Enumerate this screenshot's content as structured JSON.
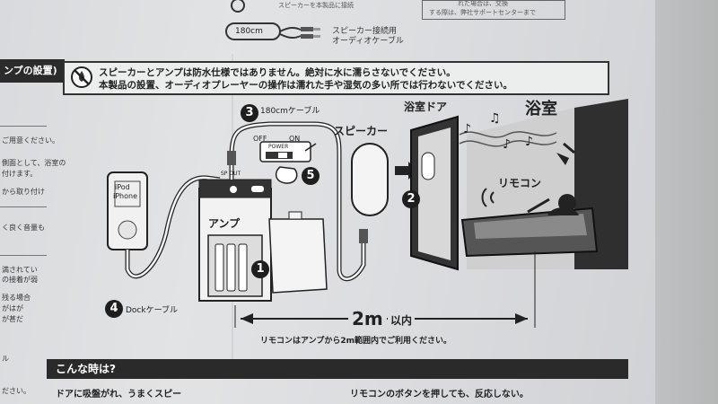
{
  "top": {
    "cable_label": "180cm",
    "cable_desc_line1": "スピーカー接続用",
    "cable_desc_line2": "オーディオケーブル",
    "top_small_left": "スピーカーを本製品に接続",
    "top_small_right_line1": "れた場合は、交換",
    "top_small_right_line2": "する際は、弊社サポートセンターまで"
  },
  "header": {
    "title_fragment": "ンプの設置)"
  },
  "warning": {
    "line1": "スピーカーとアンプは防水仕様ではありません。絶対に水に濡らさないでください。",
    "line2": "本製品の設置、オーディオプレーヤーの操作は濡れた手や湿気の多い所では行わないでください。"
  },
  "side_text": [
    "ご用意ください。",
    "側面として、浴室の",
    "付けます。",
    "から取り付け",
    "く良く音量も",
    "満されてい",
    "の接着が弱",
    "残る場合",
    "がはが",
    "が甚だ",
    "ル",
    "ださい。"
  ],
  "diagram": {
    "step3_label": "180cmケーブル",
    "speaker_label": "スピーカー",
    "door_label": "浴室ドア",
    "bath_label": "浴室",
    "remote_label": "リモコン",
    "switch_off": "OFF",
    "switch_on": "ON",
    "switch_power": "POWER",
    "sp_out": "SP OUT",
    "amp_label": "アンプ",
    "device_label_line1": "iPod",
    "device_label_line2": "iPhone",
    "dock_label": "Dockケーブル",
    "distance_value": "2m",
    "distance_suffix": "以内",
    "distance_note": "リモコンはアンプから2m範囲内でご利用ください。",
    "step_numbers": [
      "1",
      "2",
      "3",
      "4",
      "5"
    ]
  },
  "faq": {
    "title": "こんな時は?",
    "row_left": "ドアに吸盤がれ、うまくスピー",
    "row_right": "リモコンのボタンを押しても、反応しない。"
  }
}
